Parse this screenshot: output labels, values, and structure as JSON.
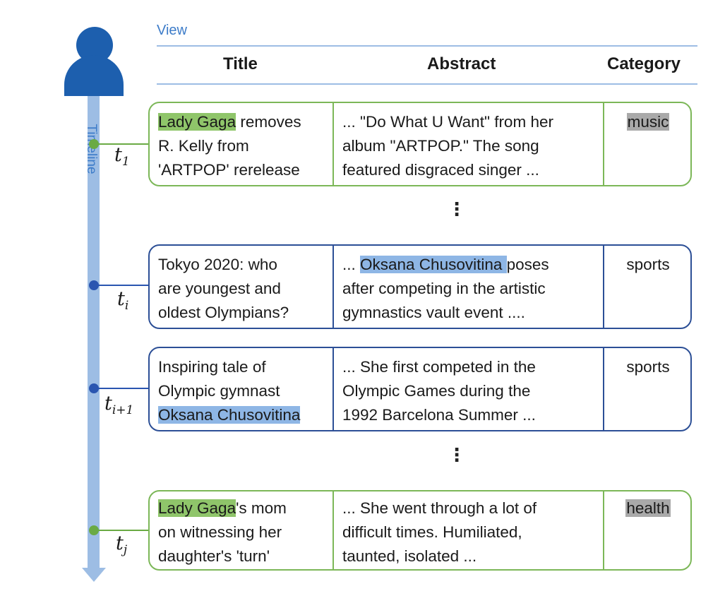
{
  "header": {
    "view_label": "View",
    "columns": {
      "title": "Title",
      "abstract": "Abstract",
      "category": "Category"
    }
  },
  "timeline": {
    "label": "Timeline",
    "markers": [
      {
        "base": "t",
        "sub": "1"
      },
      {
        "base": "t",
        "sub": "i"
      },
      {
        "base": "t",
        "sub": "i+1"
      },
      {
        "base": "t",
        "sub": "j"
      }
    ]
  },
  "ellipsis": "⋮",
  "rows": [
    {
      "title_hl": "Lady Gaga",
      "title_l1_rest": " removes",
      "title_l2": "R. Kelly from",
      "title_l3": "'ARTPOP' rerelease",
      "abstract_l1": "... \"Do What U Want\" from her",
      "abstract_l2": "album \"ARTPOP.\" The song",
      "abstract_l3": "featured disgraced singer ...",
      "category": "music"
    },
    {
      "title_l1": "Tokyo 2020: who",
      "title_l2": "are youngest and",
      "title_l3": "oldest Olympians?",
      "abstract_l1_pre": "... ",
      "abstract_hl": "Oksana Chusovitina ",
      "abstract_l1_rest": "poses",
      "abstract_l2": "after competing in the artistic",
      "abstract_l3": "gymnastics vault event ....",
      "category": "sports"
    },
    {
      "title_l1": "Inspiring tale of",
      "title_l2": "Olympic gymnast",
      "title_hl": "Oksana Chusovitina",
      "abstract_l1": "... She first competed in the",
      "abstract_l2": "Olympic Games during the",
      "abstract_l3": "1992 Barcelona Summer ...",
      "category": "sports"
    },
    {
      "title_hl": "Lady Gaga",
      "title_l1_rest": "'s mom",
      "title_l2": "on witnessing her",
      "title_l3": "daughter's 'turn'",
      "abstract_l1": "... She went through a lot of",
      "abstract_l2": "difficult times. Humiliated,",
      "abstract_l3": "taunted, isolated ...",
      "category": "health"
    }
  ],
  "colors": {
    "user_icon": "#1d5fae",
    "timeline": "#9dbde4",
    "green": "#7cb758",
    "blue": "#2c4f96",
    "highlight_green": "#8fc56a",
    "highlight_blue": "#8eb6e5",
    "highlight_gray": "#a9a9a9"
  }
}
